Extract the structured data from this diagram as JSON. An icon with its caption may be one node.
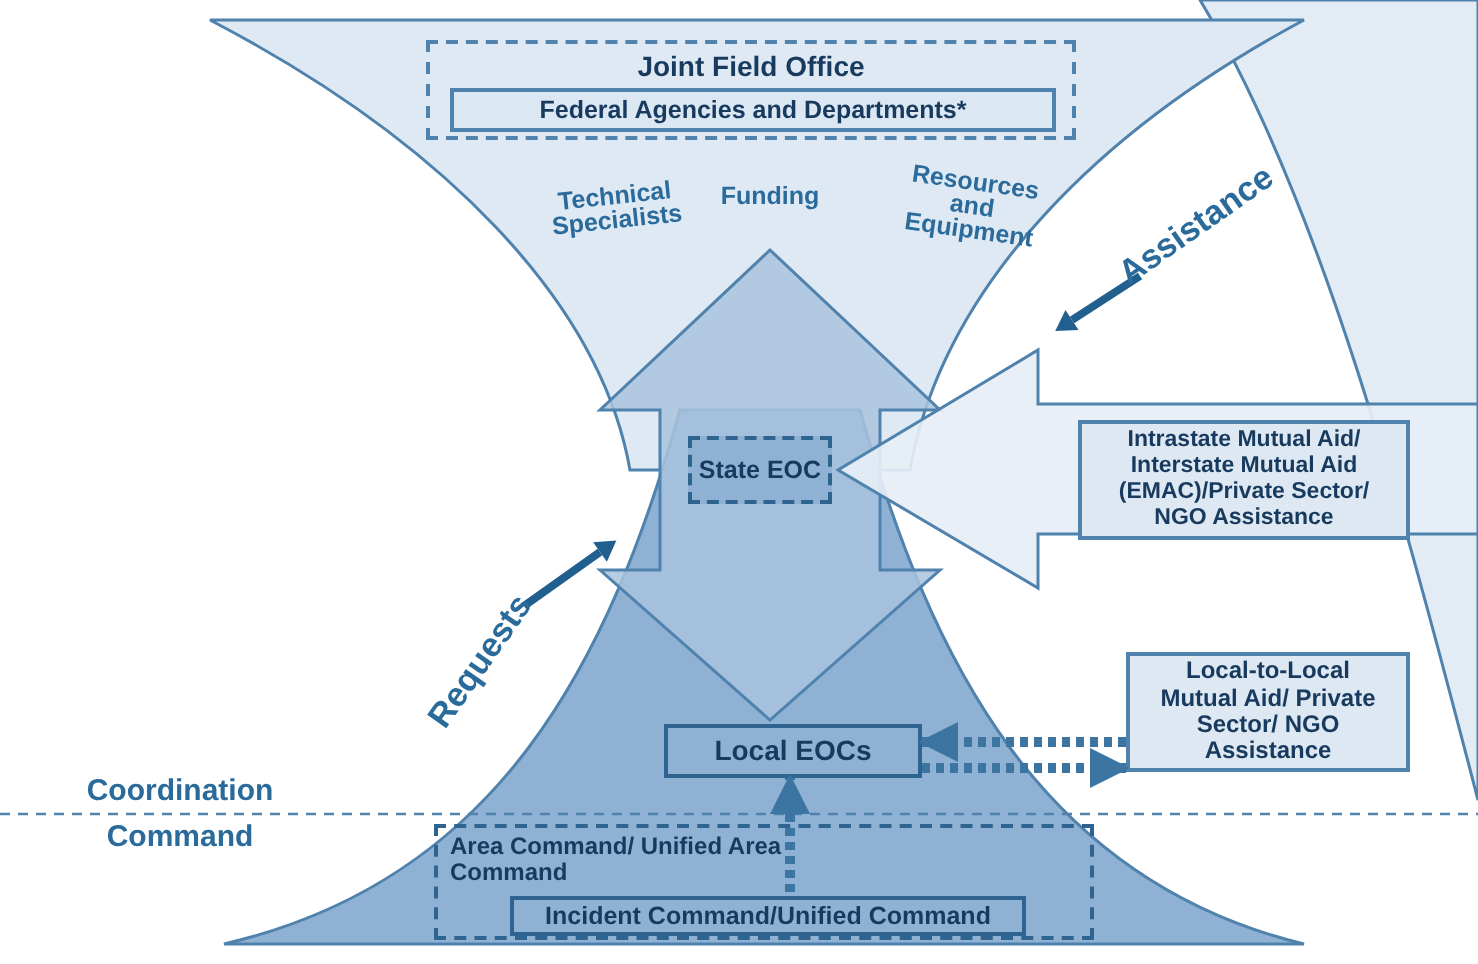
{
  "diagram": {
    "nodes": [
      {
        "text": [
          "Joint Field Office"
        ]
      },
      {
        "text": [
          "Federal Agencies and Departments*"
        ],
        "in": 0
      },
      {
        "text": [
          "State EOC"
        ]
      },
      {
        "text": [
          "Intrastate Mutual Aid/ Interstate Mutual Aid (EMAC)/Private Sector/ NGO Assistance"
        ]
      },
      {
        "text": [
          "Local EOCs"
        ]
      },
      {
        "text": [
          "Local-to-Local Mutual Aid/ Private Sector/ NGO Assistance"
        ]
      },
      {
        "text": [
          "Area Command/ Unified Area Command"
        ]
      },
      {
        "text": [
          "Incident Command/Unified Command"
        ],
        "in": 6
      }
    ],
    "edges": [
      {
        "from": 5,
        "to": 4,
        "arrow": "to",
        "style": "dashed"
      },
      {
        "from": 4,
        "to": 5,
        "arrow": "to",
        "style": "dashed"
      },
      {
        "from": 7,
        "to": 4,
        "arrow": "to",
        "style": "dashed"
      },
      {
        "from": null,
        "to": 2,
        "arrow": "to",
        "style": "thick",
        "color": "#e6eef6"
      }
    ],
    "labels": [
      "Technical Specialists",
      "Funding",
      "Resources and Equipment",
      "Assistance",
      "Requests",
      "Coordination",
      "Command"
    ]
  }
}
